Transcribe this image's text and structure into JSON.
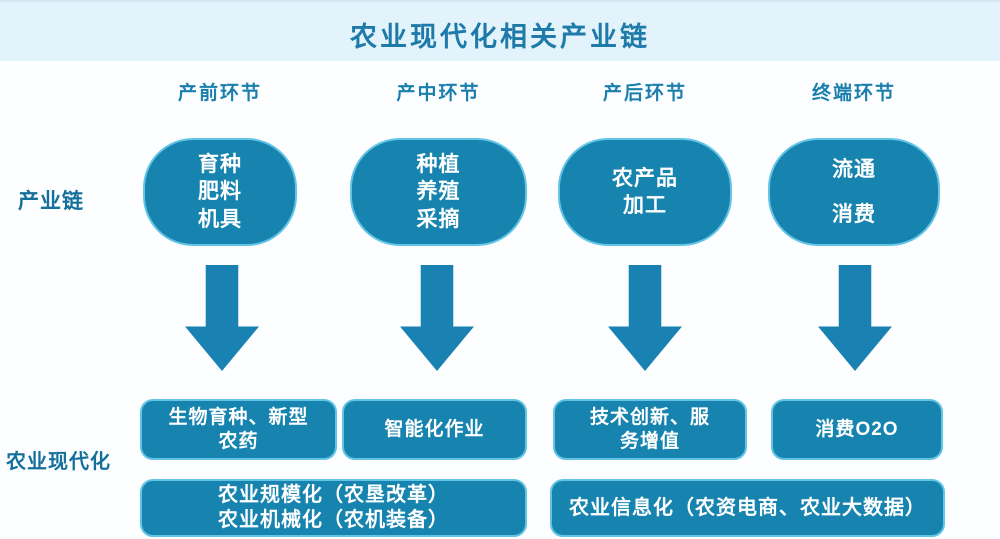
{
  "title": "农业现代化相关产业链",
  "row_labels": {
    "chain": "产业链",
    "modernization": "农业现代化"
  },
  "stages": [
    {
      "header": "产前环节",
      "pill_lines": [
        "育种",
        "肥料",
        "机具"
      ],
      "box_lines": [
        "生物育种、新型",
        "农药"
      ]
    },
    {
      "header": "产中环节",
      "pill_lines": [
        "种植",
        "养殖",
        "采摘"
      ],
      "box_lines": [
        "智能化作业"
      ]
    },
    {
      "header": "产后环节",
      "pill_lines": [
        "农产品",
        "加工"
      ],
      "box_lines": [
        "技术创新、服",
        "务增值"
      ]
    },
    {
      "header": "终端环节",
      "pill_lines": [
        "流通",
        "消费"
      ],
      "box_lines": [
        "消费O2O"
      ]
    }
  ],
  "wide_boxes": [
    {
      "lines": [
        "农业规模化（农垦改革）",
        "农业机械化（农机装备）"
      ]
    },
    {
      "lines": [
        "农业信息化（农资电商、农业大数据）"
      ]
    }
  ],
  "colors": {
    "shape_fill": "#1684ae",
    "shape_edge": "#63c4e6",
    "arrow_fill": "#1a82b2",
    "accent_text": "#1b7fae",
    "title_text": "#1e7aa8",
    "header_band": "#e2f3fc",
    "shape_text": "#ffffff"
  }
}
